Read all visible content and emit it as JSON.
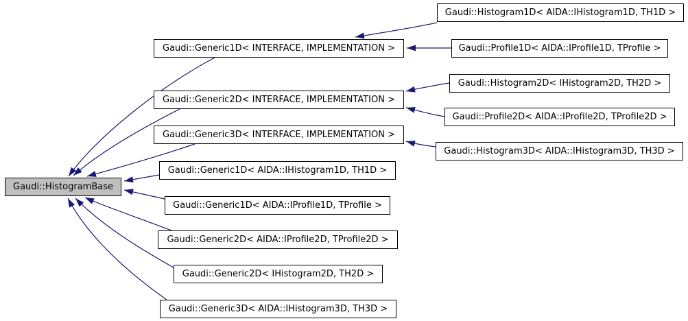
{
  "diagram": {
    "kind": "class-inheritance-graph",
    "base_class": "Gaudi::HistogramBase",
    "colors": {
      "edge": "#191970",
      "node_fill": "#ffffff",
      "node_border": "#000000",
      "base_fill": "#bfbfbf",
      "background": "#ffffff"
    },
    "nodes": {
      "base": {
        "label": "Gaudi::HistogramBase"
      },
      "generic1d_template": {
        "label": "Gaudi::Generic1D< INTERFACE, IMPLEMENTATION >"
      },
      "generic2d_template": {
        "label": "Gaudi::Generic2D< INTERFACE, IMPLEMENTATION >"
      },
      "generic3d_template": {
        "label": "Gaudi::Generic3D< INTERFACE, IMPLEMENTATION >"
      },
      "generic1d_hist": {
        "label": "Gaudi::Generic1D< AIDA::IHistogram1D, TH1D >"
      },
      "generic1d_prof": {
        "label": "Gaudi::Generic1D< AIDA::IProfile1D, TProfile >"
      },
      "generic2d_prof": {
        "label": "Gaudi::Generic2D< AIDA::IProfile2D, TProfile2D >"
      },
      "generic2d_hist": {
        "label": "Gaudi::Generic2D< IHistogram2D, TH2D >"
      },
      "generic3d_hist": {
        "label": "Gaudi::Generic3D< AIDA::IHistogram3D, TH3D >"
      },
      "histogram1d": {
        "label": "Gaudi::Histogram1D< AIDA::IHistogram1D, TH1D >"
      },
      "profile1d": {
        "label": "Gaudi::Profile1D< AIDA::IProfile1D, TProfile >"
      },
      "histogram2d": {
        "label": "Gaudi::Histogram2D< IHistogram2D, TH2D >"
      },
      "profile2d": {
        "label": "Gaudi::Profile2D< AIDA::IProfile2D, TProfile2D >"
      },
      "histogram3d": {
        "label": "Gaudi::Histogram3D< AIDA::IHistogram3D, TH3D >"
      }
    },
    "edges": [
      {
        "from": "generic1d_template",
        "to": "base"
      },
      {
        "from": "generic2d_template",
        "to": "base"
      },
      {
        "from": "generic3d_template",
        "to": "base"
      },
      {
        "from": "generic1d_hist",
        "to": "base"
      },
      {
        "from": "generic1d_prof",
        "to": "base"
      },
      {
        "from": "generic2d_prof",
        "to": "base"
      },
      {
        "from": "generic2d_hist",
        "to": "base"
      },
      {
        "from": "generic3d_hist",
        "to": "base"
      },
      {
        "from": "histogram1d",
        "to": "generic1d_template"
      },
      {
        "from": "profile1d",
        "to": "generic1d_template"
      },
      {
        "from": "histogram2d",
        "to": "generic2d_template"
      },
      {
        "from": "profile2d",
        "to": "generic2d_template"
      },
      {
        "from": "histogram3d",
        "to": "generic3d_template"
      }
    ]
  }
}
